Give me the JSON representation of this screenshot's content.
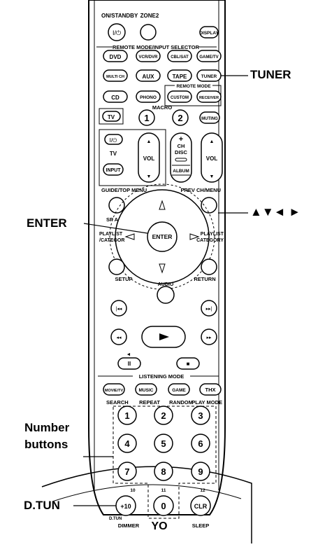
{
  "remote": {
    "brand_fragment": "YO",
    "top": {
      "on_standby": "ON/STANDBY",
      "zone2": "ZONE2",
      "display": "DISPLAY",
      "power_symbol": "I/⏻"
    },
    "selector": {
      "header": "REMOTE MODE/INPUT SELECTOR",
      "dvd": "DVD",
      "vcr_dvr": "VCR/DVR",
      "cbl_sat": "CBL/SAT",
      "game_tv": "GAME/TV",
      "multi_ch": "MULTI CH",
      "aux": "AUX",
      "tape": "TAPE",
      "tuner": "TUNER",
      "cd": "CD",
      "phono": "PHONO",
      "remote_mode_header": "REMOTE MODE",
      "custom": "CUSTOM",
      "receiver": "RECEIVER"
    },
    "tv_row": {
      "tv": "TV",
      "macro": "MACRO",
      "macro1": "1",
      "macro2": "2",
      "muting": "MUTING"
    },
    "volume": {
      "tv_power": "I/⏻",
      "tv_label": "TV",
      "input": "INPUT",
      "vol_left": "VOL",
      "vol_right": "VOL",
      "up": "▲",
      "down": "▼",
      "ch_plus": "+",
      "ch": "CH",
      "disc": "DISC",
      "ch_minus": "–",
      "album": "ALBUM"
    },
    "nav": {
      "guide": "GUIDE/TOP MENU",
      "prev_ch": "PREV CH/MENU",
      "sp_ab": "SP A/B",
      "playlist_left": "PLAYLIST/\n/CATEGORY",
      "playlist_right": "PLAYLIST\nCATEGORY",
      "playlist_left_1": "PLAYLIST",
      "playlist_left_2": "/CATEGOR",
      "playlist_right_1": "PLAYLIST",
      "playlist_right_2": "CATEGORY",
      "enter": "ENTER",
      "setup": "SETUP",
      "return": "RETURN",
      "audio": "AUDIO"
    },
    "transport": {
      "play": "►",
      "pause": "II",
      "stop": "■",
      "skip_prev": "|◂◂",
      "skip_next": "▸▸|",
      "rew": "◂◂",
      "ffw": "▸▸",
      "mini_arrow": "◄"
    },
    "listening": {
      "header": "LISTENING MODE",
      "movie_tv": "MOVIE/TV",
      "music": "MUSIC",
      "game": "GAME",
      "thx": "THX",
      "search": "SEARCH",
      "repeat": "REPEAT",
      "random": "RANDOM",
      "play_mode": "PLAY MODE"
    },
    "numbers": [
      "1",
      "2",
      "3",
      "4",
      "5",
      "6",
      "7",
      "8",
      "9",
      "0"
    ],
    "bottom": {
      "plus10": "+10",
      "clr": "CLR",
      "dtun_small": "D.TUN",
      "dimmer": "DIMMER",
      "sleep": "SLEEP",
      "n10": "10",
      "n11": "11",
      "n12": "12"
    }
  },
  "callouts": {
    "tuner": "TUNER",
    "arrows": "▲▼◄ ►",
    "enter": "ENTER",
    "number_buttons_1": "Number",
    "number_buttons_2": "buttons",
    "dtun": "D.TUN"
  }
}
